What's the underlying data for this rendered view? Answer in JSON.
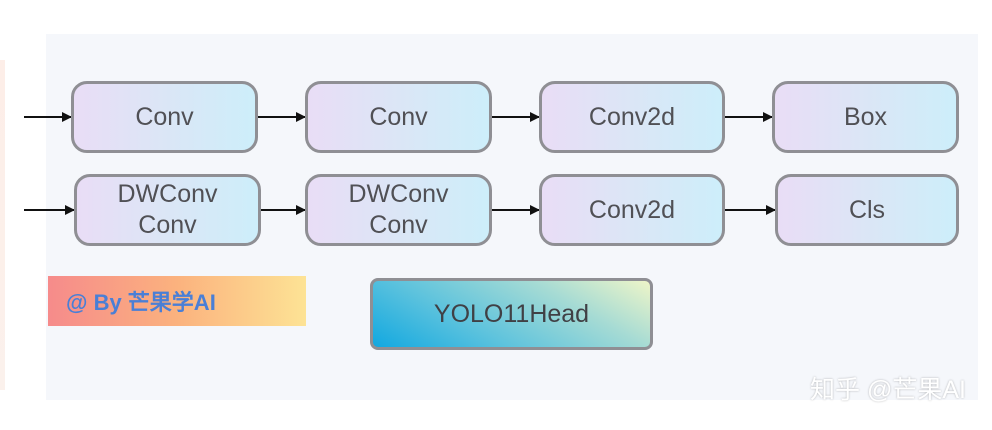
{
  "colors": {
    "node_border": "#8f8f94",
    "node_fill": [
      "#e9ddf6",
      "#cdeefa"
    ],
    "arrow": "#111111",
    "badge_text": "#4a7fd6"
  },
  "rows": [
    {
      "nodes": [
        "Conv",
        "Conv",
        "Conv2d",
        "Box"
      ]
    },
    {
      "nodes": [
        "DWConv\nConv",
        "DWConv\nConv",
        "Conv2d",
        "Cls"
      ]
    }
  ],
  "badge": {
    "text": "@ By 芒果学AI"
  },
  "head": {
    "label": "YOLO11Head"
  },
  "watermark": {
    "text": "知乎 @芒果AI"
  }
}
